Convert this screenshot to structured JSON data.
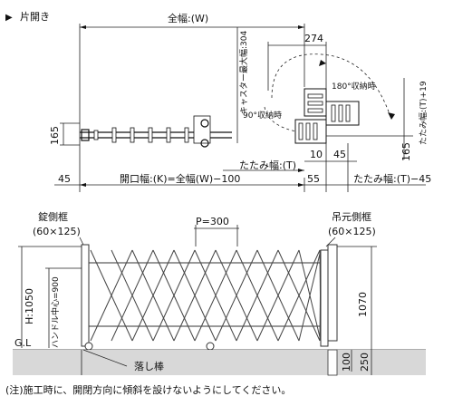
{
  "header": {
    "marker": "▶",
    "label": "片開き"
  },
  "plan": {
    "overall_width": "全幅:(W)",
    "caster_max_width": "キャスター最大幅:304",
    "dim_274": "274",
    "swing_180": "180°収納時",
    "swing_90": "90°収納時",
    "fold_width_t19": "たたみ幅:(T)+19",
    "dim_165_left": "165",
    "dim_165_right": "165",
    "dim_10": "10",
    "dim_45_right": "45",
    "fold_width_t": "たたみ幅:(T)",
    "dim_45_left": "45",
    "opening_width": "開口幅:(K)=全幅(W)−100",
    "dim_55": "55",
    "fold_width_t45": "たたみ幅:(T)−45"
  },
  "elevation": {
    "latch_post": "錠側框",
    "latch_post_size": "(60×125)",
    "pitch": "P=300",
    "hinge_post": "吊元側框",
    "hinge_post_size": "(60×125)",
    "height": "H:1050",
    "handle_center": "ハンドル中心=900",
    "post_height": "1070",
    "ground_level": "G.L",
    "drop_rod": "落し棒",
    "dim_100": "100",
    "dim_250": "250"
  },
  "note": "(注)施工時に、開閉方向に傾斜を設けないようにしてください。"
}
